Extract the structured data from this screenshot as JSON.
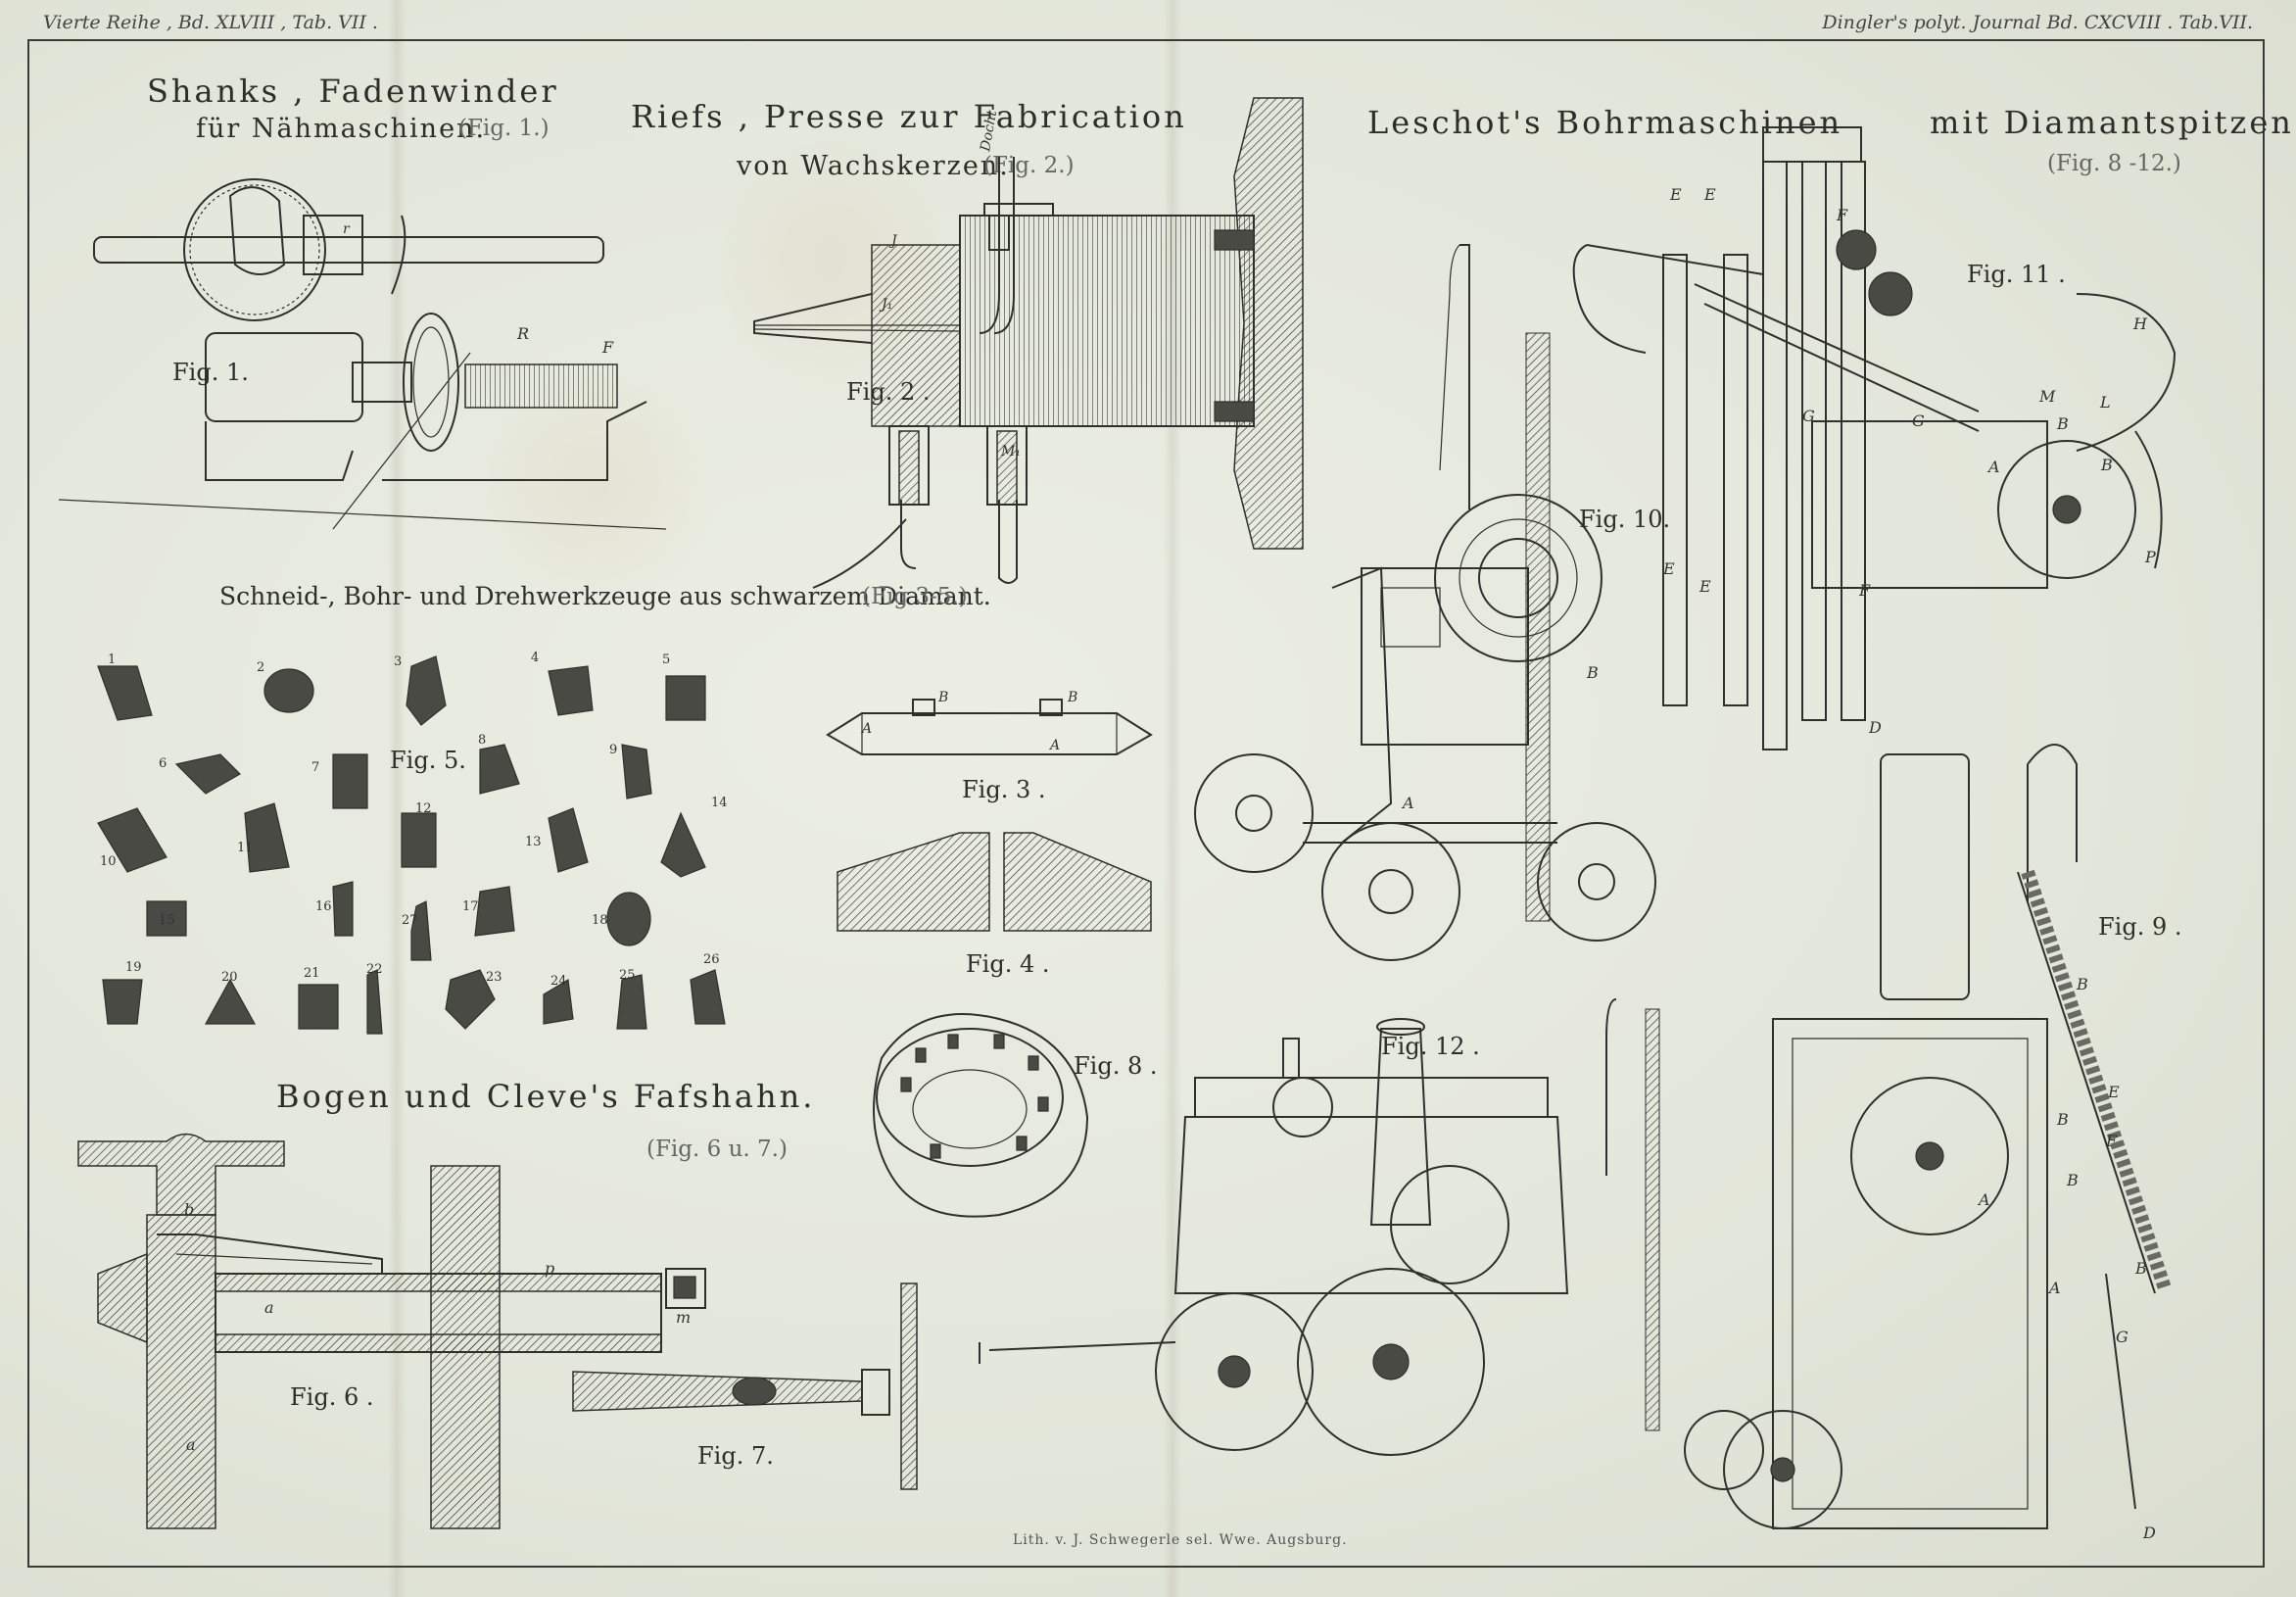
{
  "header": {
    "left": "Vierte Reihe , Bd. XLVIII , Tab. VII .",
    "right": "Dingler's polyt. Journal Bd. CXCVIII . Tab.VII."
  },
  "sections": {
    "shanks_title": "Shanks , Fadenwinder",
    "shanks_sub": "für Nähmaschinen.",
    "shanks_ref": "(Fig. 1.)",
    "riess_title": "Riefs , Presse zur Fabrication",
    "riess_sub": "von Wachskerzen.",
    "riess_ref": "(Fig. 2.)",
    "leschot_title": "Leschot's Bohrmaschinen",
    "leschot_title2": "mit Diamantspitzen.",
    "leschot_ref": "(Fig. 8 -12.)",
    "diamond_title": "Schneid-, Bohr- und Drehwerkzeuge aus schwarzem Diamant.",
    "diamond_ref": "(Fig 3-5.)",
    "bogen_title": "Bogen und Cleve's Fafshahn.",
    "bogen_ref": "(Fig. 6 u. 7.)"
  },
  "figures": {
    "fig1": "Fig. 1.",
    "fig2": "Fig. 2 .",
    "fig3": "Fig. 3 .",
    "fig4": "Fig. 4 .",
    "fig5": "Fig. 5.",
    "fig6": "Fig. 6 .",
    "fig7": "Fig. 7.",
    "fig8": "Fig. 8 .",
    "fig9": "Fig. 9 .",
    "fig10": "Fig. 10.",
    "fig11": "Fig. 11 .",
    "fig12": "Fig. 12 ."
  },
  "diamond_numbers": [
    "1",
    "2",
    "3",
    "4",
    "5",
    "6",
    "7",
    "8",
    "9",
    "10",
    "11",
    "12",
    "13",
    "14",
    "15",
    "16",
    "17",
    "18",
    "19",
    "20",
    "21",
    "22",
    "23",
    "24",
    "25",
    "26",
    "27"
  ],
  "imprint": "Lith. v. J. Schwegerle sel. Wwe. Augsburg."
}
